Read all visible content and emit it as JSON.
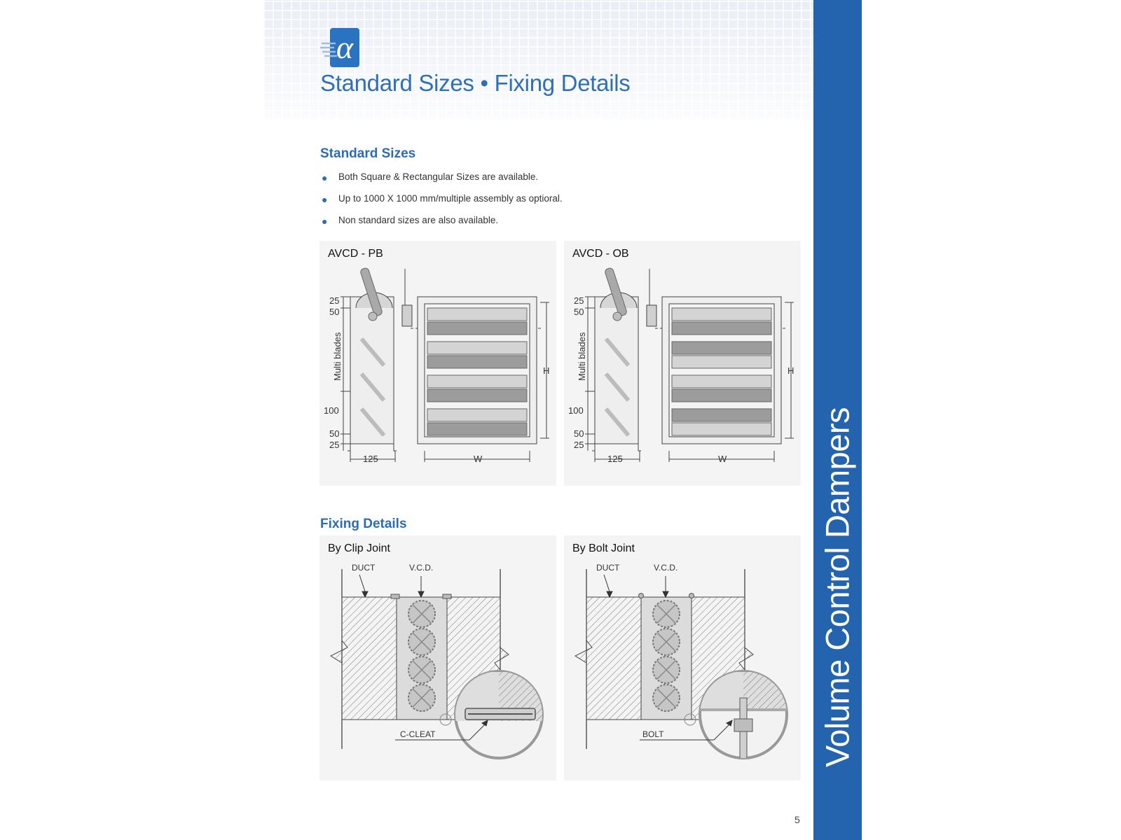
{
  "header": {
    "title": "Standard Sizes • Fixing Details",
    "logo_icon": "alpha-logo-icon"
  },
  "side_bar": {
    "text": "Volume Control Dampers",
    "color": "#2463ad"
  },
  "standard_sizes": {
    "heading": "Standard Sizes",
    "bullets": [
      "Both Square & Rectangular Sizes are available.",
      "Up to 1000 X 1000 mm/multiple assembly as optioral.",
      "Non standard sizes are also available."
    ]
  },
  "damper_panels": [
    {
      "title": "AVCD - PB",
      "vertical_label": "Multi blades",
      "dim_top_1": "25",
      "dim_top_2": "50",
      "dim_bottom_1": "100",
      "dim_bottom_2": "50",
      "dim_bottom_3": "25",
      "dim_width_side": "125",
      "dim_width_front": "W",
      "dim_height": "H"
    },
    {
      "title": "AVCD - OB",
      "vertical_label": "Multi blades",
      "dim_top_1": "25",
      "dim_top_2": "50",
      "dim_bottom_1": "100",
      "dim_bottom_2": "50",
      "dim_bottom_3": "25",
      "dim_width_side": "125",
      "dim_width_front": "W",
      "dim_height": "H"
    }
  ],
  "fixing_details": {
    "heading": "Fixing Details",
    "panels": [
      {
        "title": "By Clip Joint",
        "label_duct": "DUCT",
        "label_vcd": "V.C.D.",
        "label_detail": "C-CLEAT"
      },
      {
        "title": "By Bolt Joint",
        "label_duct": "DUCT",
        "label_vcd": "V.C.D.",
        "label_detail": "BOLT"
      }
    ]
  },
  "page_number": "5",
  "colors": {
    "accent": "#2b6cb4",
    "panel_bg": "#f4f4f4"
  }
}
